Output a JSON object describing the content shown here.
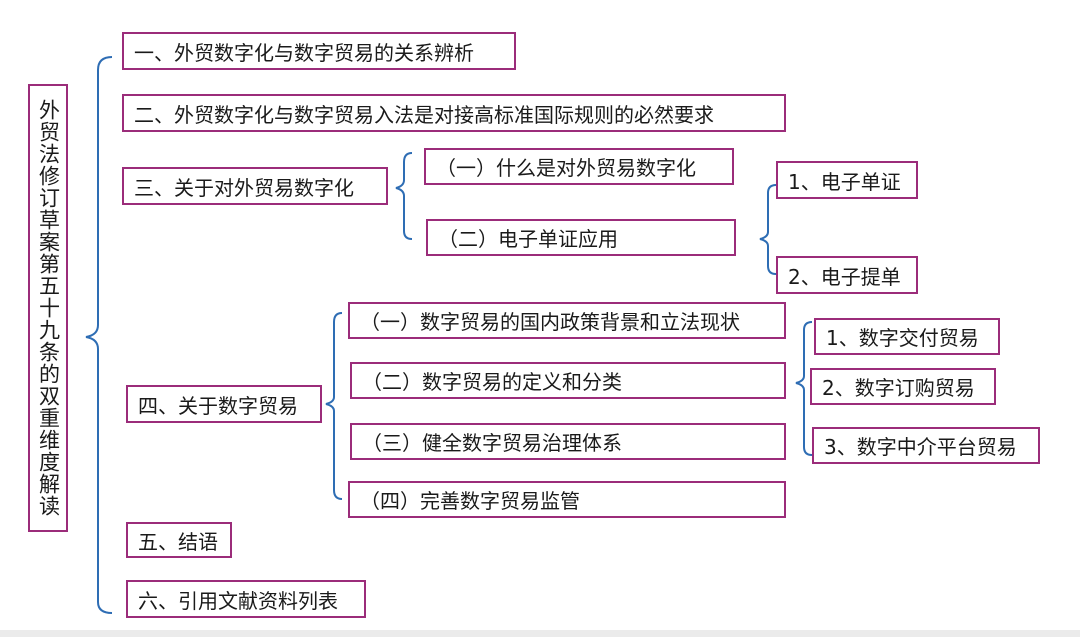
{
  "root": {
    "label": "外贸法修订草案第五十九条的双重维度解读"
  },
  "sections": [
    {
      "id": "s1",
      "label": "一、外贸数字化与数字贸易的关系辨析"
    },
    {
      "id": "s2",
      "label": "二、外贸数字化与数字贸易入法是对接高标准国际规则的必然要求"
    },
    {
      "id": "s3",
      "label": "三、关于对外贸易数字化"
    },
    {
      "id": "s4",
      "label": "四、关于数字贸易"
    },
    {
      "id": "s5",
      "label": "五、结语"
    },
    {
      "id": "s6",
      "label": "六、引用文献资料列表"
    }
  ],
  "s3_children": [
    {
      "label": "（一）什么是对外贸易数字化"
    },
    {
      "label": "（二）电子单证应用"
    }
  ],
  "s3_2_children": [
    {
      "label": "1、电子单证"
    },
    {
      "label": "2、电子提单"
    }
  ],
  "s4_children": [
    {
      "label": "（一）数字贸易的国内政策背景和立法现状"
    },
    {
      "label": "（二）数字贸易的定义和分类"
    },
    {
      "label": "（三）健全数字贸易治理体系"
    },
    {
      "label": "（四）完善数字贸易监管"
    }
  ],
  "s4_2_children": [
    {
      "label": "1、数字交付贸易"
    },
    {
      "label": "2、数字订购贸易"
    },
    {
      "label": "3、数字中介平台贸易"
    }
  ],
  "colors": {
    "box_border": "#9b2c7a",
    "bracket": "#2e6db4"
  }
}
